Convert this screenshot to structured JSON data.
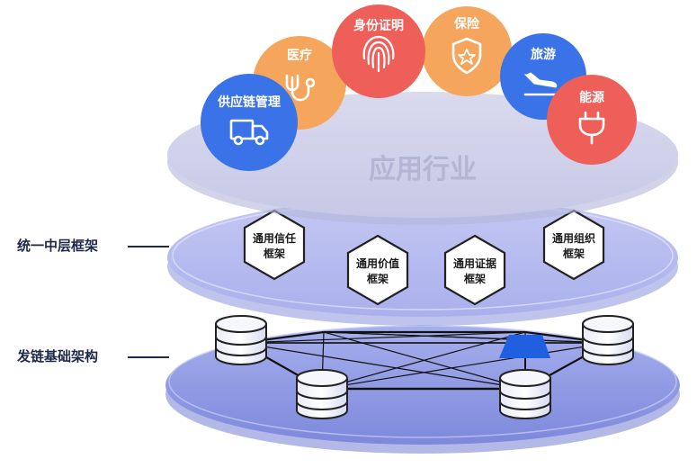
{
  "layers": {
    "top": {
      "label": "应用行业"
    },
    "middle": {
      "side_label": "统一中层框架",
      "frameworks": [
        {
          "line1": "通用信任",
          "line2": "框架"
        },
        {
          "line1": "通用价值",
          "line2": "框架"
        },
        {
          "line1": "通用证据",
          "line2": "框架"
        },
        {
          "line1": "通用组织",
          "line2": "框架"
        }
      ]
    },
    "bottom": {
      "side_label": "发链基础架构"
    }
  },
  "industries": [
    {
      "label": "供应链管理",
      "icon": "truck-icon",
      "color": "#3a72e8"
    },
    {
      "label": "医疗",
      "icon": "stethoscope-icon",
      "color": "#f5a65c"
    },
    {
      "label": "身份证明",
      "icon": "fingerprint-icon",
      "color": "#ef5f5a"
    },
    {
      "label": "保险",
      "icon": "shield-star-icon",
      "color": "#f5a65c"
    },
    {
      "label": "旅游",
      "icon": "airplane-landing-icon",
      "color": "#3a72e8"
    },
    {
      "label": "能源",
      "icon": "plug-icon",
      "color": "#ef5f5a"
    }
  ],
  "colors": {
    "top_layer": "#cfd0e8",
    "middle_layer": "#b8bdf0",
    "bottom_layer": "#8f9ae4",
    "accent_blue": "#1f5fe0"
  }
}
